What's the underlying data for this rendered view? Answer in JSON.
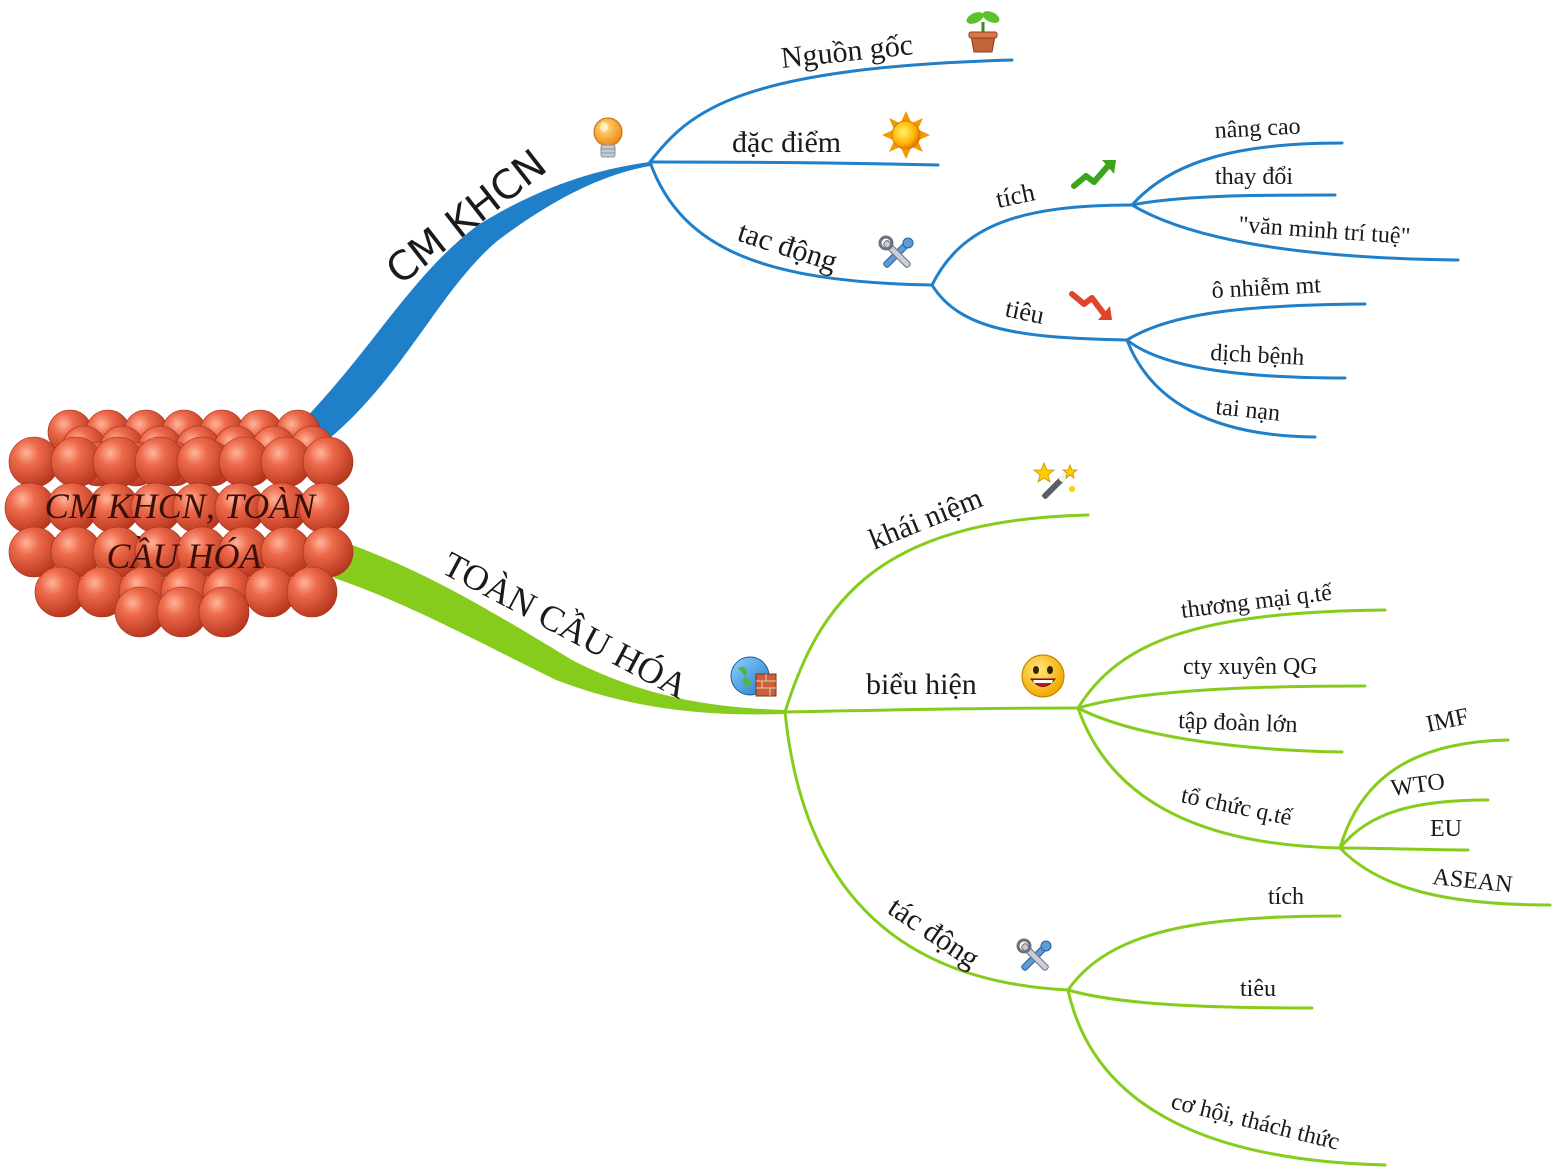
{
  "colors": {
    "blue": "#1f7fc9",
    "green": "#86cc1c",
    "center": "#e2583d"
  },
  "center": {
    "line1": "CM KHCN, TOÀN",
    "line2": "CẦU HÓA"
  },
  "branch_khcn": {
    "label": "CM KHCN",
    "icon": "light-bulb-icon",
    "nguon_goc": {
      "label": "Nguồn gốc",
      "icon": "plant-pot-icon"
    },
    "dac_diem": {
      "label": "đặc điểm",
      "icon": "sun-icon"
    },
    "tac_dong": {
      "label": "tac động",
      "icon": "tools-icon",
      "tich": {
        "label": "tích",
        "icon": "trend-up-arrow-icon",
        "items": [
          "nâng cao",
          "thay đổi",
          "\"văn minh trí tuệ\""
        ]
      },
      "tieu": {
        "label": "tiêu",
        "icon": "trend-down-arrow-icon",
        "items": [
          "ô nhiễm mt",
          "dịch bệnh",
          "tai nạn"
        ]
      }
    }
  },
  "branch_tch": {
    "label": "TOÀN CẦU HÓA",
    "icon": "globe-brick-icon",
    "khai_niem": {
      "label": "khái niệm",
      "icon": "magic-wand-icon"
    },
    "bieu_hien": {
      "label": "biểu hiện",
      "icon": "smiley-icon",
      "items": [
        "thương mại q.tế",
        "cty xuyên QG",
        "tập đoàn lớn"
      ],
      "to_chuc": {
        "label": "tổ chức q.tế",
        "items": [
          "IMF",
          "WTO",
          "EU",
          "ASEAN"
        ]
      }
    },
    "tac_dong": {
      "label": "tác động",
      "icon": "tools-icon",
      "items": [
        "tích",
        "tiêu",
        "cơ hội, thách thức"
      ]
    }
  }
}
